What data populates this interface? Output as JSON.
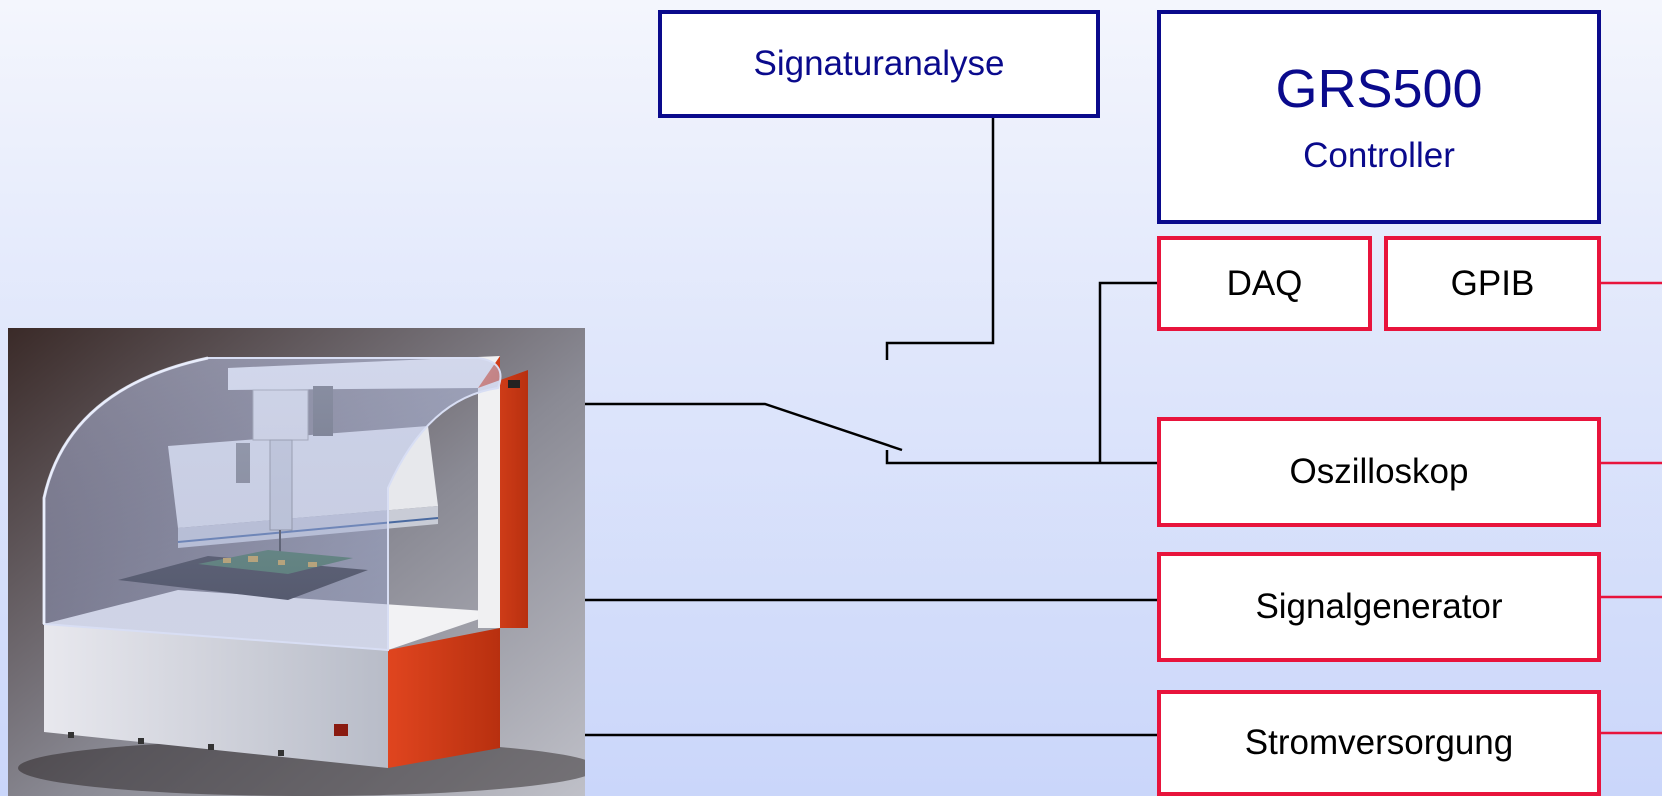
{
  "diagram": {
    "signaturanalyse": "Signaturanalyse",
    "grs500": {
      "title": "GRS500",
      "subtitle": "Controller"
    },
    "daq": "DAQ",
    "gpib": "GPIB",
    "oszilloskop": "Oszilloskop",
    "signalgenerator": "Signalgenerator",
    "stromversorgung": "Stromversorgung"
  },
  "colors": {
    "blue_border": "#0a0a8c",
    "red_border": "#e8143c",
    "wire": "#000000",
    "machine_red": "#d43a1c"
  },
  "photo": {
    "icon": "flying-probe-tester-machine"
  }
}
